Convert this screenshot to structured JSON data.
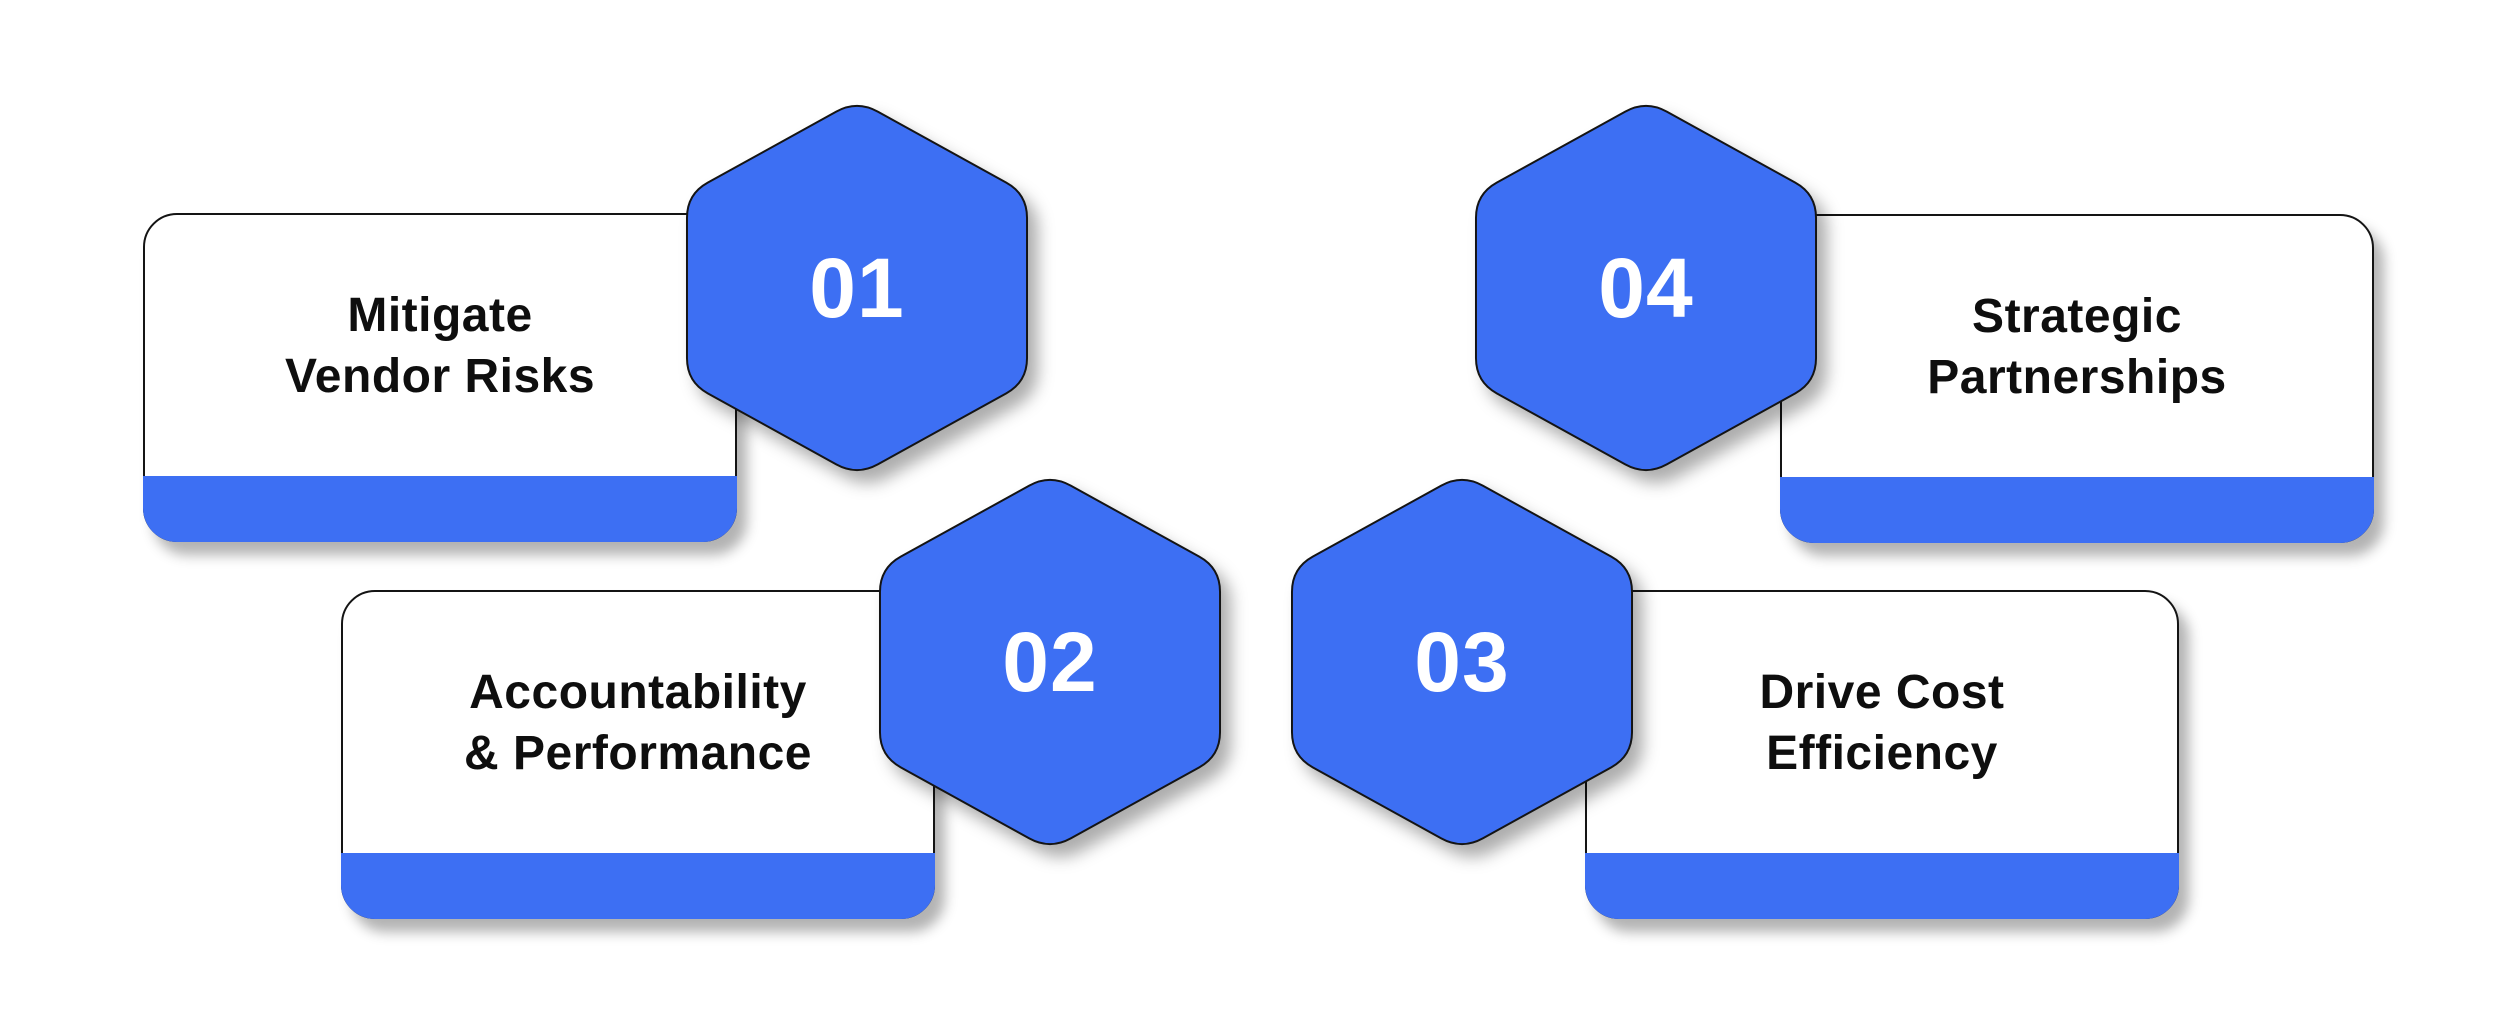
{
  "diagram": {
    "colors": {
      "background": "#ffffff",
      "accent": "#3d6ff3",
      "border": "#141414",
      "text": "#0e0e0e",
      "number": "#ffffff"
    },
    "items": [
      {
        "number": "01",
        "line1": "Mitigate",
        "line2": "Vendor Risks"
      },
      {
        "number": "02",
        "line1": "Accountability",
        "line2": "& Performance"
      },
      {
        "number": "03",
        "line1": "Drive Cost",
        "line2": "Efficiency"
      },
      {
        "number": "04",
        "line1": "Strategic",
        "line2": "Partnerships"
      }
    ]
  }
}
